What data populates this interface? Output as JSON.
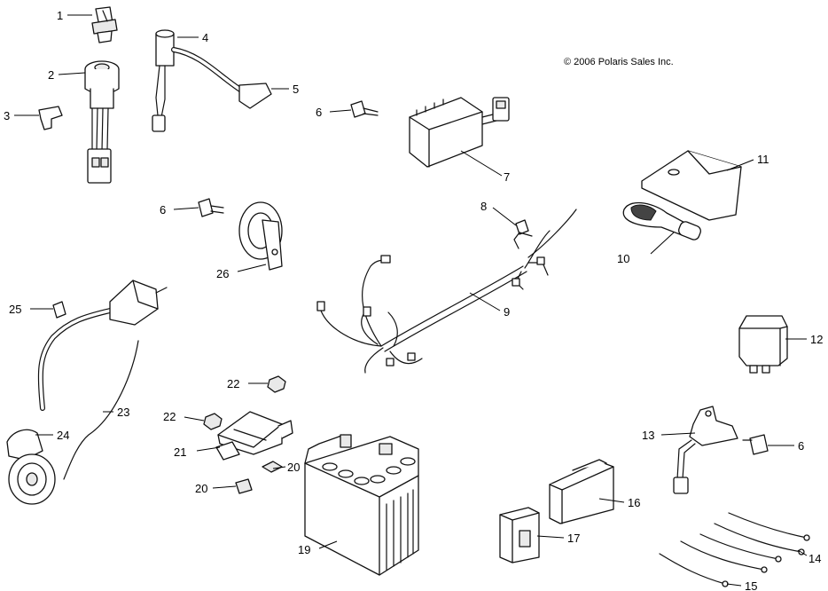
{
  "copyright": "© 2006 Polaris Sales Inc.",
  "callouts": [
    "1",
    "2",
    "3",
    "4",
    "5",
    "6",
    "6",
    "6",
    "7",
    "8",
    "9",
    "10",
    "11",
    "12",
    "13",
    "14",
    "15",
    "16",
    "17",
    "19",
    "20",
    "20",
    "21",
    "22",
    "22",
    "23",
    "24",
    "25",
    "26"
  ]
}
